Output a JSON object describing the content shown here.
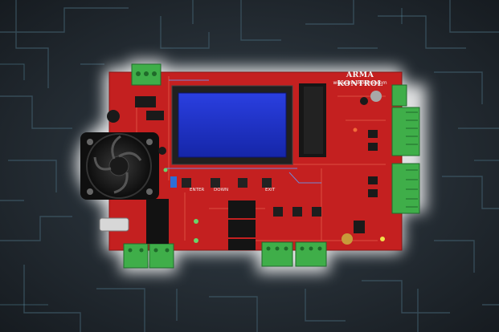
{
  "board": {
    "brand_name": "ARMA KONTROL",
    "website": "www.armakontrol.com",
    "buttons": [
      {
        "label": "ENTER"
      },
      {
        "label": "DOWN"
      },
      {
        "label": "EXIT"
      }
    ]
  },
  "colors": {
    "background": "#242c33",
    "circuit_lines": "#3e5866",
    "pcb_red": "#c42020",
    "lcd_blue": "#1b2fc7",
    "terminal_green": "#3fae49",
    "glow": "#ffffff"
  }
}
